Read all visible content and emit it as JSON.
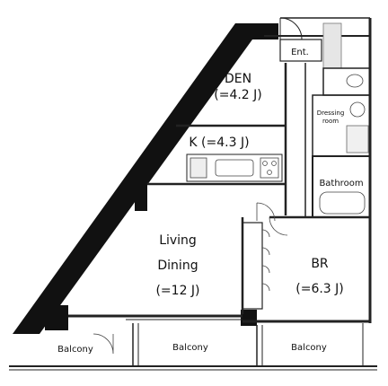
{
  "rooms": {
    "den": {
      "name": "DEN",
      "area": "(=4.2 J)"
    },
    "kitchen": {
      "label": "K (=4.3 J)"
    },
    "living": {
      "name_line1": "Living",
      "name_line2": "Dining",
      "area": "(=12 J)"
    },
    "bedroom": {
      "name": "BR",
      "area": "(=6.3 J)"
    },
    "entrance": {
      "label": "Ent."
    },
    "dressing": {
      "line1": "Dressing",
      "line2": "room"
    },
    "bathroom": {
      "label": "Bathroom"
    },
    "balcony_left": {
      "label": "Balcony"
    },
    "balcony_mid": {
      "label": "Balcony"
    },
    "balcony_right": {
      "label": "Balcony"
    }
  },
  "colors": {
    "wall": "#111111",
    "line": "#222222",
    "floor": "#ffffff"
  }
}
